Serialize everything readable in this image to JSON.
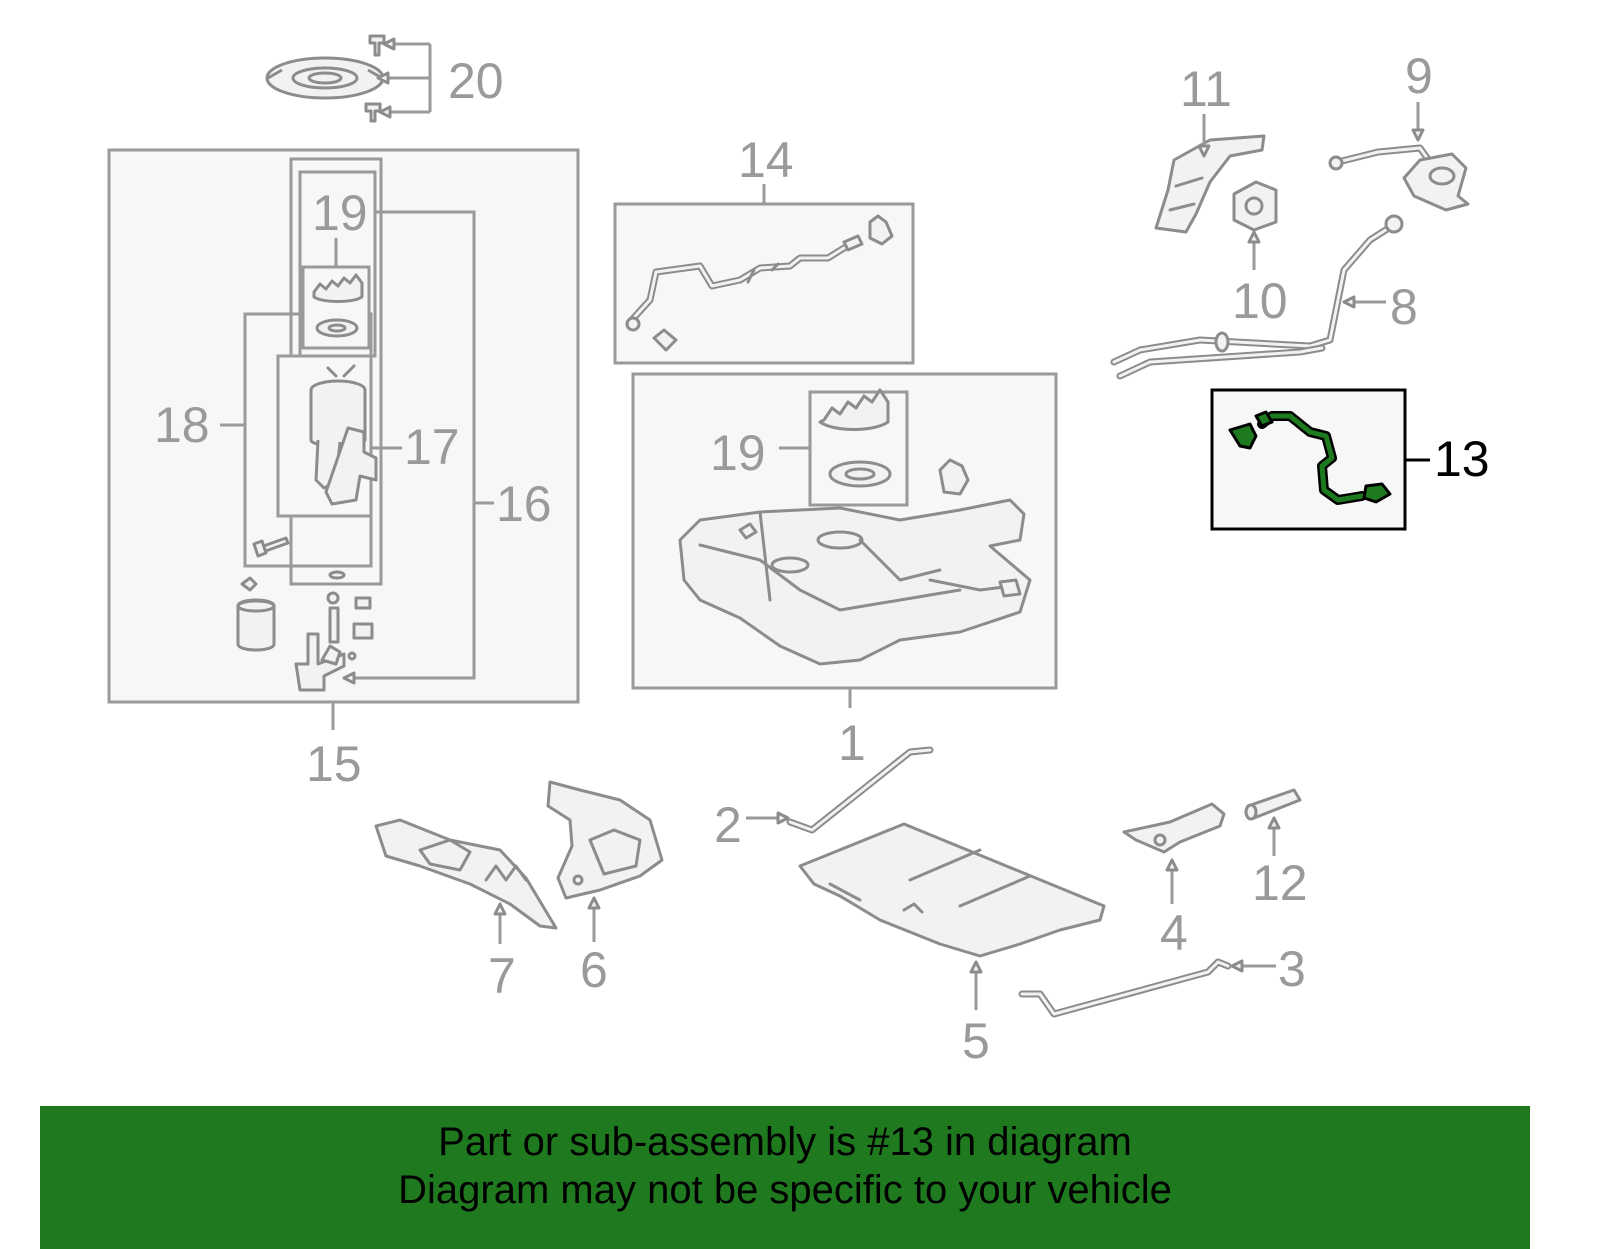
{
  "diagram": {
    "callouts": {
      "c1": "1",
      "c2": "2",
      "c3": "3",
      "c4": "4",
      "c5": "5",
      "c6": "6",
      "c7": "7",
      "c8": "8",
      "c9": "9",
      "c10": "10",
      "c11": "11",
      "c12": "12",
      "c13": "13",
      "c14": "14",
      "c15": "15",
      "c16": "16",
      "c17": "17",
      "c18": "18",
      "c19a": "19",
      "c19b": "19",
      "c20": "20"
    },
    "highlighted_part": "13",
    "colors": {
      "highlight_fill": "#1e7a1e",
      "highlight_outline": "#000000",
      "part_outline": "#8c8c8c",
      "banner_background": "#1f7a1f"
    }
  },
  "banner": {
    "line1": "Part or sub-assembly is #13 in diagram",
    "line2": "Diagram may not be specific to your vehicle"
  }
}
